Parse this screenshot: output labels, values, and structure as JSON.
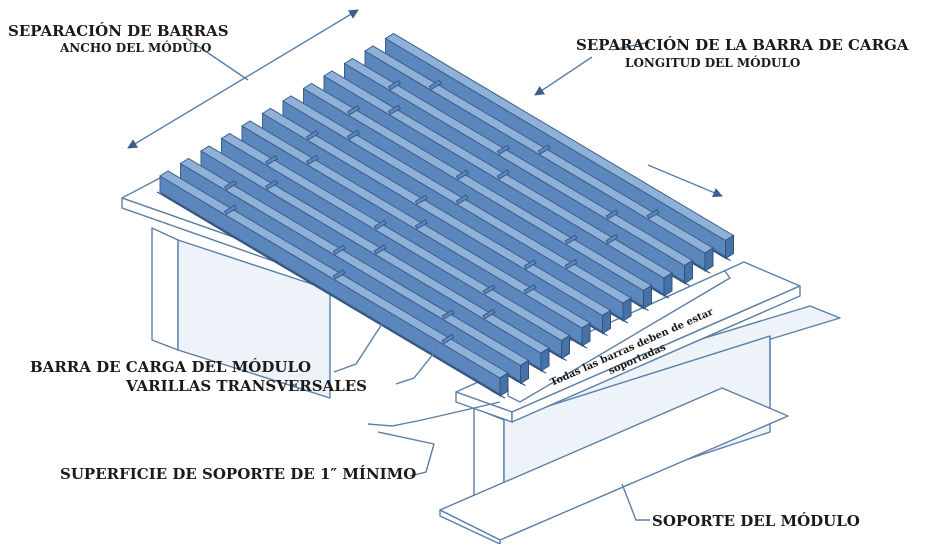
{
  "labels": {
    "bar_spacing": "SEPARACIÓN DE BARRAS",
    "module_width": "ANCHO DEL MÓDULO",
    "bearing_bar_spacing": "SEPARACIÓN DE LA BARRA DE CARGA",
    "module_length": "LONGITUD DEL MÓDULO",
    "bearing_bar": "BARRA DE CARGA DEL MÓDULO",
    "cross_rods": "VARILLAS TRANSVERSALES",
    "min_support": "SUPERFICIE DE SOPORTE DE 1″ MÍNIMO",
    "module_support": "SOPORTE DEL MÓDULO",
    "note_line1": "Todas las barras deben de estar",
    "note_line2": "soportadas"
  },
  "colors": {
    "grating": "#5b87bd",
    "outline": "#5a7fa8"
  }
}
